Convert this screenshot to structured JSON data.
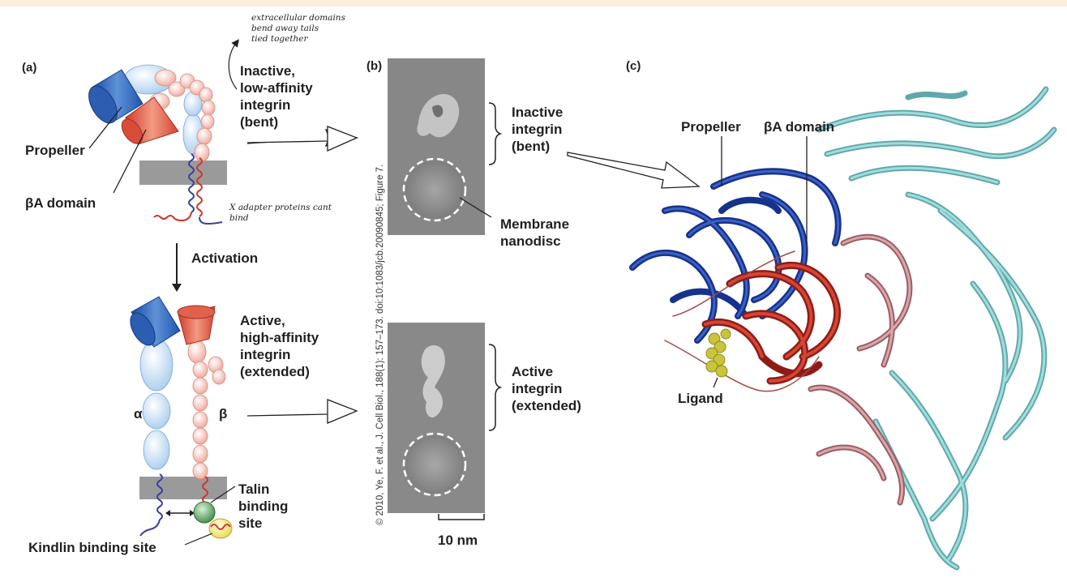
{
  "panels": {
    "a": "(a)",
    "b": "(b)",
    "c": "(c)"
  },
  "annotations": {
    "handwritten_top": "extracellular domains\nbend away tails\ntied together",
    "handwritten_adapter": "X adapter proteins cant\nbind"
  },
  "panel_a": {
    "inactive_label": "Inactive,\nlow-affinity\nintegrin\n(bent)",
    "propeller": "Propeller",
    "beta_a_domain": "βA domain",
    "activation": "Activation",
    "active_label": "Active,\nhigh-affinity\nintegrin\n(extended)",
    "alpha": "α",
    "beta": "β",
    "talin": "Talin\nbinding\nsite",
    "kindlin": "Kindlin binding site"
  },
  "panel_b": {
    "inactive": "Inactive\nintegrin\n(bent)",
    "membrane": "Membrane\nnanodisc",
    "active": "Active\nintegrin\n(extended)",
    "scale": "10 nm",
    "credit": "© 2010, Ye, F. et al., J. Cell Biol., 188(1): 157–173. doi:10:1083/jcb.20090845; Figure 7."
  },
  "panel_c": {
    "propeller": "Propeller",
    "beta_a_domain": "βA domain",
    "ligand": "Ligand"
  },
  "colors": {
    "propeller_blue": "#1d3f9a",
    "beta_red": "#b8342c",
    "beta_pink": "#b87a80",
    "alpha_light": "#cfe3f5",
    "beta_light": "#f3c8bf",
    "cyan": "#7ec8c8",
    "ligand_yellow": "#c9c43a",
    "membrane_gray": "#9a9a9a",
    "talin_green": "#5a9a5a",
    "kindlin_yellow": "#e8e060"
  }
}
